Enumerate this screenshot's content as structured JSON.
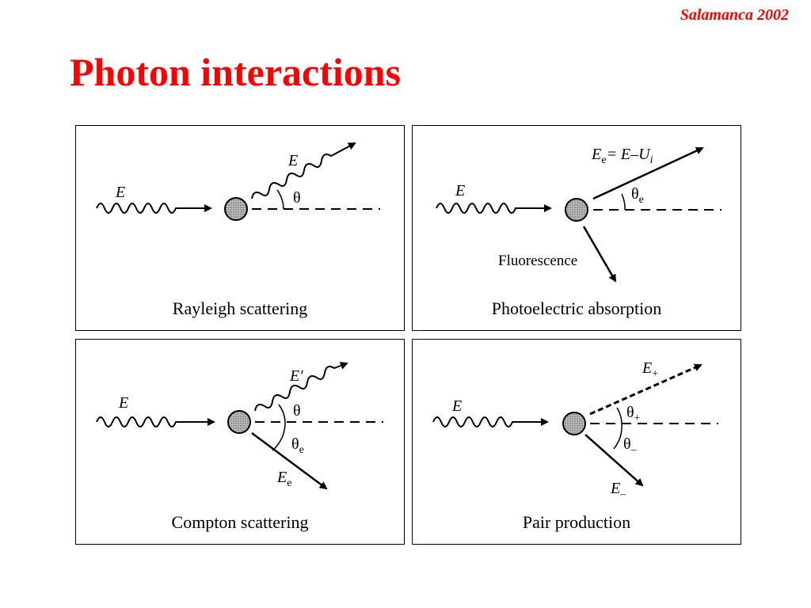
{
  "header_note": "Salamanca 2002",
  "title": "Photon interactions",
  "panels": {
    "rayleigh": {
      "caption": "Rayleigh scattering",
      "incident": "E",
      "scattered": "E",
      "angle": "θ"
    },
    "photoelectric": {
      "caption": "Photoelectric absorption",
      "incident": "E",
      "electron_E": "E",
      "electron_sub": "e",
      "electron_eq": "= E–U",
      "electron_i": "i",
      "angle": "θ",
      "angle_sub": "e",
      "fluorescence": "Fluorescence"
    },
    "compton": {
      "caption": "Compton scattering",
      "incident": "E",
      "scattered": "E′",
      "angle": "θ",
      "angle_e": "θ",
      "angle_e_sub": "e",
      "electron_E": "E",
      "electron_sub": "e"
    },
    "pair": {
      "caption": "Pair production",
      "incident": "E",
      "positron_E": "E",
      "positron_sub": "+",
      "electron_E": "E",
      "electron_sub": "–",
      "angle_plus": "θ",
      "angle_plus_sub": "+",
      "angle_minus": "θ",
      "angle_minus_sub": "–"
    }
  }
}
